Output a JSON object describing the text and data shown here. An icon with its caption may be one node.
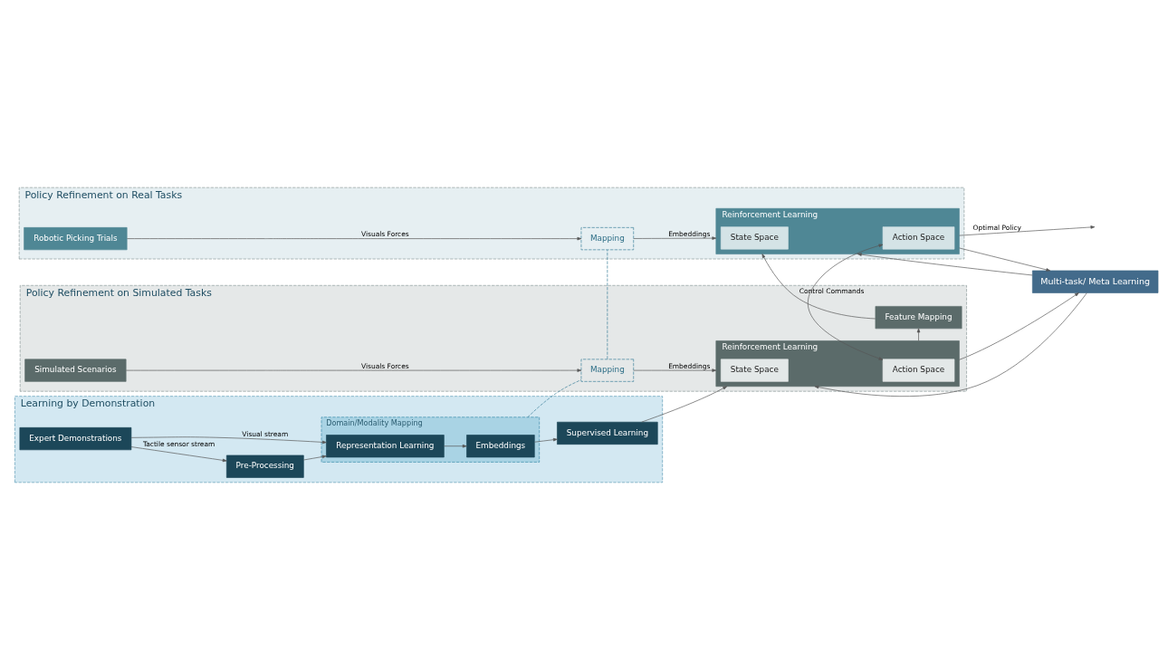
{
  "diagram": {
    "nodes": [
      {
        "text": [
          "Learning by Demonstration"
        ]
      },
      {
        "text": [
          "Expert Demonstrations"
        ],
        "in": 0
      },
      {
        "text": [
          "Pre-Processing"
        ],
        "in": 0
      },
      {
        "text": [
          "Domain/Modality Mapping"
        ],
        "in": 0
      },
      {
        "text": [
          "Representation Learning"
        ],
        "in": 3
      },
      {
        "text": [
          "Embeddings"
        ],
        "in": 3
      },
      {
        "text": [
          "Supervised Learning"
        ],
        "in": 0
      },
      {
        "text": [
          "Policy Refinement on Simulated Tasks"
        ]
      },
      {
        "text": [
          "Simulated Scenarios"
        ],
        "in": 7
      },
      {
        "text": [
          "Mapping"
        ],
        "in": 7
      },
      {
        "text": [
          "Reinforcement Learning"
        ],
        "in": 7
      },
      {
        "text": [
          "State Space"
        ],
        "in": 10
      },
      {
        "text": [
          "Action Space"
        ],
        "in": 10
      },
      {
        "text": [
          "Feature Mapping"
        ],
        "in": 7
      },
      {
        "text": [
          "Policy Refinement on Real Tasks"
        ]
      },
      {
        "text": [
          "Robotic Picking Trials"
        ],
        "in": 14
      },
      {
        "text": [
          "Mapping"
        ],
        "in": 14
      },
      {
        "text": [
          "Reinforcement Learning"
        ],
        "in": 14
      },
      {
        "text": [
          "State Space"
        ],
        "in": 17
      },
      {
        "text": [
          "Action Space"
        ],
        "in": 17
      },
      {
        "text": [
          "Multi-task/ Meta Learning"
        ]
      }
    ],
    "edges": [
      {
        "from": 1,
        "to": 4,
        "arrow": "to",
        "label": "Visual stream"
      },
      {
        "from": 1,
        "to": 2,
        "arrow": "to",
        "label": "Tactile sensor stream"
      },
      {
        "from": 2,
        "to": 4,
        "arrow": "to"
      },
      {
        "from": 4,
        "to": 5,
        "arrow": "to"
      },
      {
        "from": 5,
        "to": 6,
        "arrow": "to"
      },
      {
        "from": 6,
        "to": 10,
        "arrow": "to"
      },
      {
        "from": 3,
        "to": 9,
        "arrow": "none",
        "style": "dashed",
        "color": "#3a7f99"
      },
      {
        "from": 9,
        "to": 16,
        "arrow": "none",
        "style": "dashed",
        "color": "#3a7f99"
      },
      {
        "from": 8,
        "to": 9,
        "arrow": "to",
        "label": "Visuals Forces"
      },
      {
        "from": 9,
        "to": 10,
        "arrow": "to",
        "label": "Embeddings"
      },
      {
        "from": 20,
        "to": 10,
        "arrow": "to"
      },
      {
        "from": 10,
        "to": 20,
        "arrow": "to"
      },
      {
        "from": 10,
        "to": 13,
        "arrow": "to"
      },
      {
        "from": 12,
        "to": 19,
        "arrow": "both",
        "label": "Control Commands"
      },
      {
        "from": 13,
        "to": 17,
        "arrow": "to"
      },
      {
        "from": 15,
        "to": 16,
        "arrow": "to",
        "label": "Visuals Forces"
      },
      {
        "from": 16,
        "to": 17,
        "arrow": "to",
        "label": "Embeddings"
      },
      {
        "from": 20,
        "to": 17,
        "arrow": "to"
      },
      {
        "from": 17,
        "to": 20,
        "arrow": "to"
      },
      {
        "from": 17,
        "to": null,
        "arrow": "to",
        "label": "Optimal Policy"
      }
    ]
  }
}
